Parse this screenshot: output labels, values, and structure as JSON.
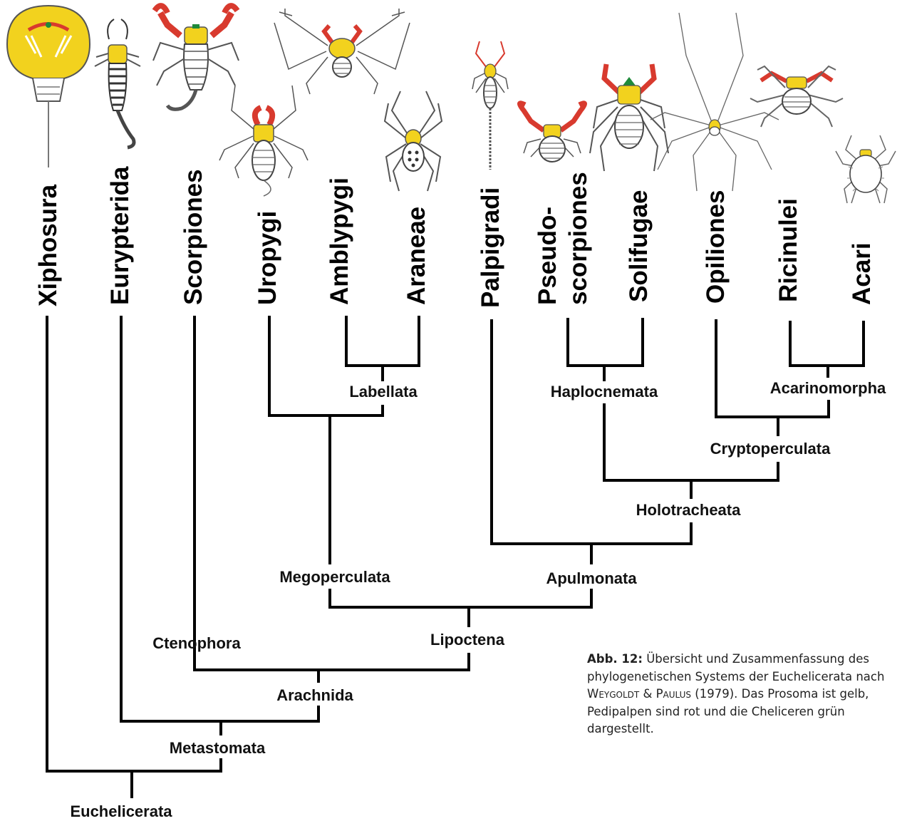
{
  "taxa": [
    {
      "name": "Xiphosura"
    },
    {
      "name": "Eurypterida"
    },
    {
      "name": "Scorpiones"
    },
    {
      "name": "Uropygi"
    },
    {
      "name": "Amblypygi"
    },
    {
      "name": "Araneae"
    },
    {
      "name": "Palpigradi"
    },
    {
      "name": "Pseudo-",
      "name2": "scorpiones"
    },
    {
      "name": "Solifugae"
    },
    {
      "name": "Opiliones"
    },
    {
      "name": "Ricinulei"
    },
    {
      "name": "Acari"
    }
  ],
  "clades": {
    "labellata": "Labellata",
    "haplocnemata": "Haplocnemata",
    "acarinomorpha": "Acarinomorpha",
    "cryptoperculata": "Cryptoperculata",
    "holotracheata": "Holotracheata",
    "megoperculata": "Megoperculata",
    "apulmonata": "Apulmonata",
    "ctenophora": "Ctenophora",
    "lipoctena": "Lipoctena",
    "arachnida": "Arachnida",
    "metastomata": "Metastomata",
    "euchelicerata": "Euchelicerata"
  },
  "caption": {
    "label": "Abb. 12:",
    "text1": " Übersicht und Zusammenfassung des phylogenetischen Systems der Euchelicerata nach ",
    "author1": "Weygoldt",
    "amp": " & ",
    "author2": "Paulus",
    "text2": " (1979). Das Prosoma ist gelb, Pedipalpen sind rot und die Cheliceren grün dargestellt."
  },
  "colors": {
    "prosoma": "#f2d21e",
    "pedipalps": "#d83a2e",
    "chelicerae": "#1f8a3a",
    "body_outline": "#555555"
  },
  "icons": [
    "horseshoe-crab-icon",
    "sea-scorpion-icon",
    "scorpion-icon",
    "whip-scorpion-icon",
    "whip-spider-icon",
    "spider-icon",
    "microwhip-scorpion-icon",
    "pseudoscorpion-icon",
    "camel-spider-icon",
    "harvestman-icon",
    "hooded-tickspider-icon",
    "mite-icon"
  ]
}
